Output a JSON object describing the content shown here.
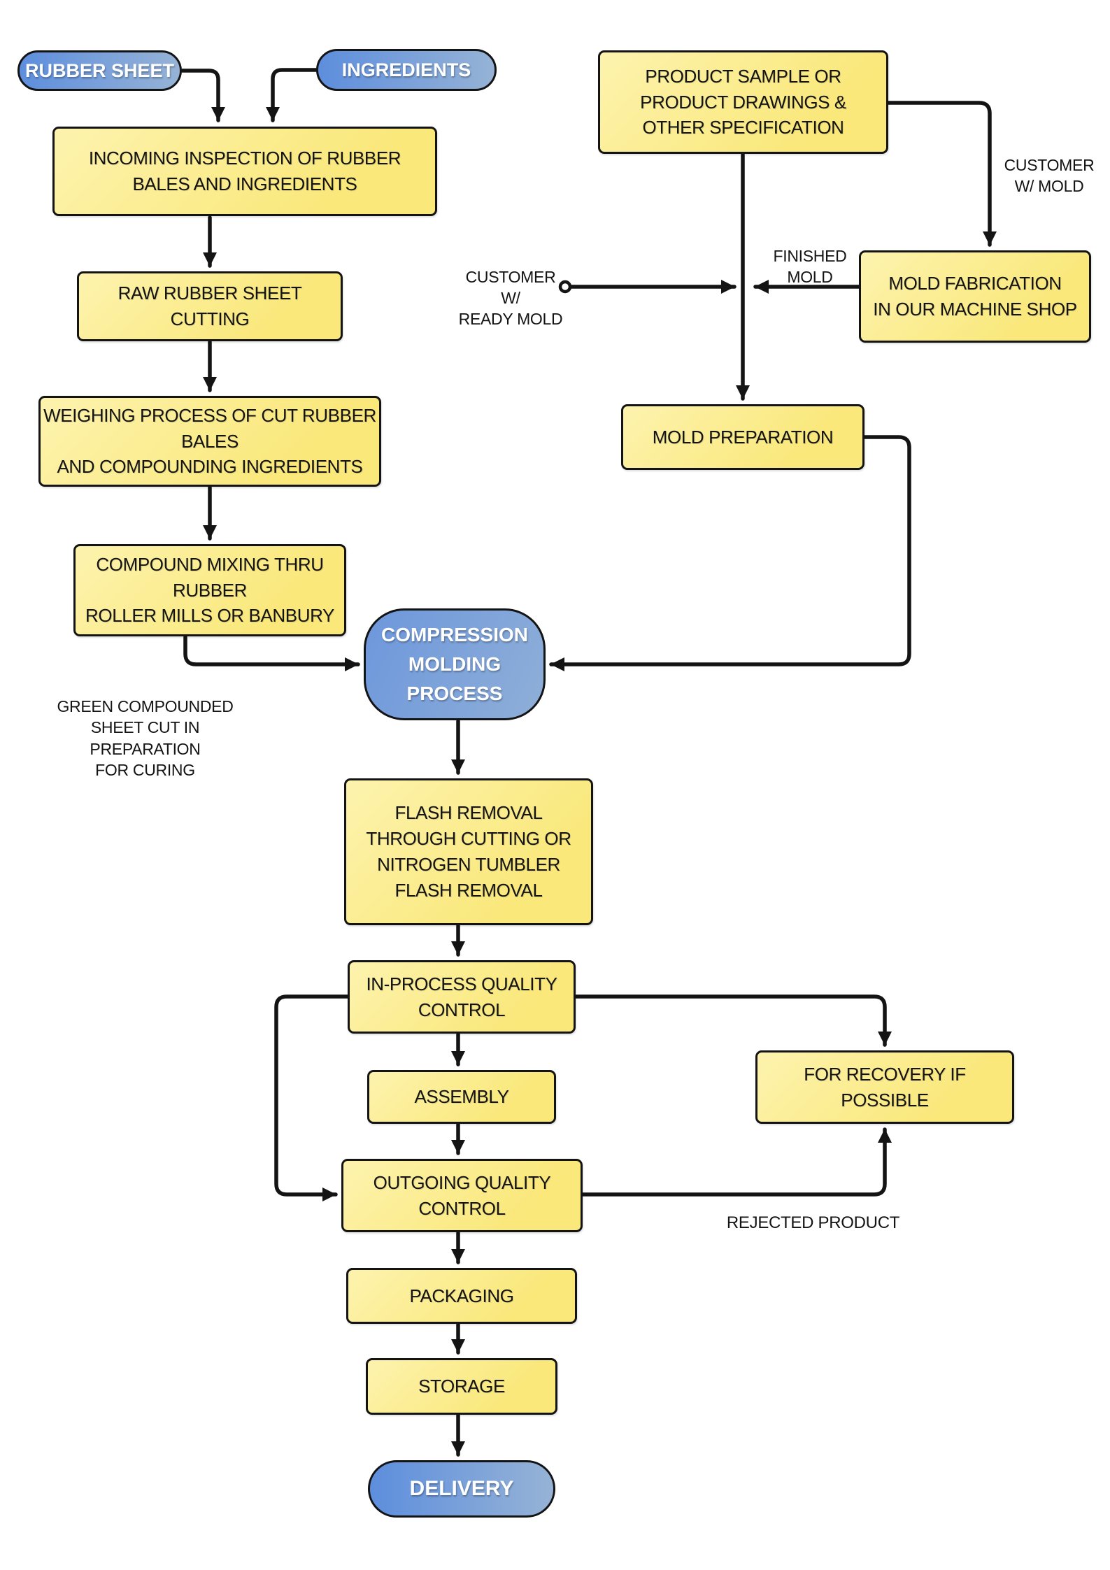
{
  "palette": {
    "stroke": "#141414",
    "yellow_light": "#fdf3ae",
    "yellow_deep": "#fae87b",
    "blue_left": "#5d8edd",
    "blue_right": "#96b3d6"
  },
  "nodes": {
    "rubber_sheet": {
      "label": "RUBBER SHEET"
    },
    "ingredients": {
      "label": "INGREDIENTS"
    },
    "incoming": {
      "label": [
        "INCOMING INSPECTION OF RUBBER",
        "BALES AND INGREDIENTS"
      ]
    },
    "raw_cutting": {
      "label": [
        "RAW RUBBER SHEET",
        "CUTTING"
      ]
    },
    "weighing": {
      "label": [
        "WEIGHING PROCESS OF CUT RUBBER BALES",
        "AND COMPOUNDING INGREDIENTS"
      ]
    },
    "compound_mix": {
      "label": [
        "COMPOUND MIXING THRU RUBBER",
        "ROLLER MILLS OR BANBURY"
      ]
    },
    "product_spec": {
      "label": [
        "PRODUCT SAMPLE OR",
        "PRODUCT DRAWINGS &",
        "OTHER SPECIFICATION"
      ]
    },
    "mold_fab": {
      "label": [
        "MOLD FABRICATION",
        "IN OUR MACHINE SHOP"
      ]
    },
    "mold_prep": {
      "label": "MOLD PREPARATION"
    },
    "compression": {
      "label": [
        "COMPRESSION",
        "MOLDING PROCESS"
      ]
    },
    "flash_removal": {
      "label": [
        "FLASH REMOVAL",
        "THROUGH CUTTING OR",
        "NITROGEN TUMBLER",
        "FLASH REMOVAL"
      ]
    },
    "in_process_qc": {
      "label": [
        "IN-PROCESS QUALITY",
        "CONTROL"
      ]
    },
    "assembly": {
      "label": "ASSEMBLY"
    },
    "outgoing_qc": {
      "label": [
        "OUTGOING QUALITY",
        "CONTROL"
      ]
    },
    "recovery": {
      "label": [
        "FOR RECOVERY IF",
        "POSSIBLE"
      ]
    },
    "packaging": {
      "label": "PACKAGING"
    },
    "storage": {
      "label": "STORAGE"
    },
    "delivery": {
      "label": "DELIVERY"
    }
  },
  "annotations": {
    "customer_w_mold": {
      "label": [
        "CUSTOMER",
        "W/ MOLD"
      ]
    },
    "finished_mold": {
      "label": [
        "FINISHED",
        "MOLD"
      ]
    },
    "customer_ready_mold": {
      "label": [
        "CUSTOMER W/",
        "READY MOLD"
      ]
    },
    "green_sheet": {
      "label": [
        "GREEN COMPOUNDED",
        "SHEET CUT IN PREPARATION",
        "FOR CURING"
      ]
    },
    "rejected_product": {
      "label": "REJECTED PRODUCT"
    }
  }
}
